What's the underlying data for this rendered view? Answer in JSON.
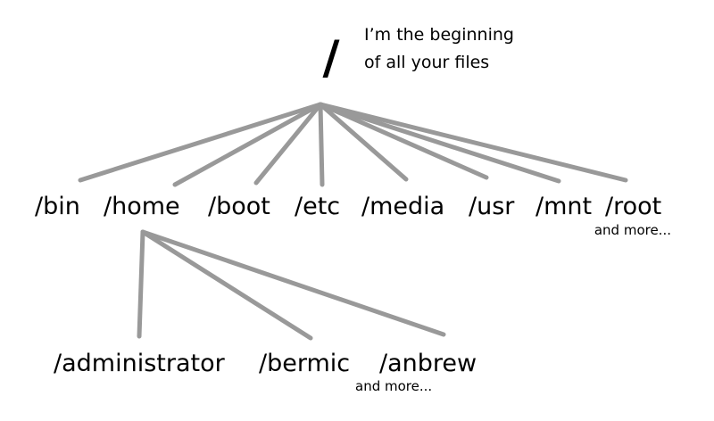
{
  "root": {
    "label": "/",
    "caption_lines": [
      "I’m the beginning",
      "of all your files"
    ]
  },
  "level1": {
    "dirs": [
      "/bin",
      "/home",
      "/boot",
      "/etc",
      "/media",
      "/usr",
      "/mnt",
      "/root"
    ],
    "more": "and more..."
  },
  "level2": {
    "parent": "/home",
    "dirs": [
      "/administrator",
      "/bermic",
      "/anbrew"
    ],
    "more": "and more..."
  },
  "colors": {
    "edge": "#999999",
    "text": "#000000",
    "background": "#ffffff"
  }
}
